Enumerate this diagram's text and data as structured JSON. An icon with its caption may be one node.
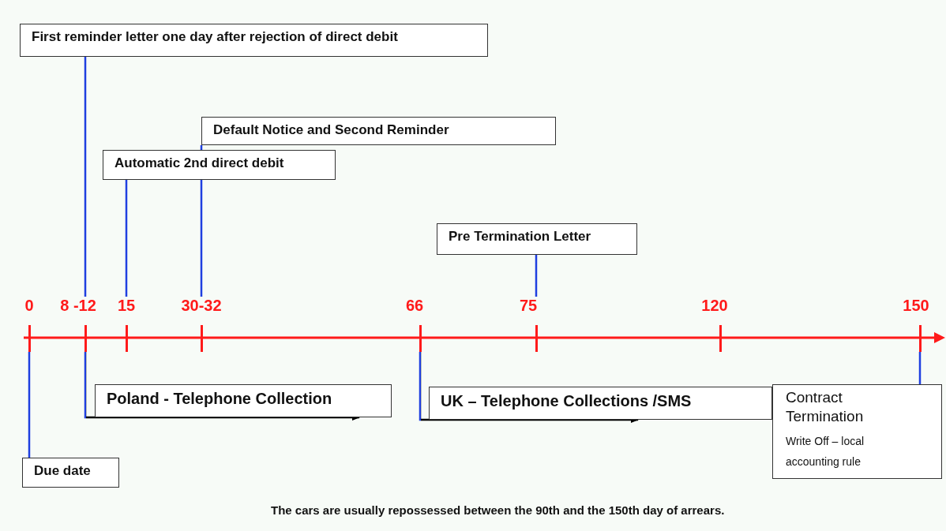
{
  "diagram": {
    "caption": "The cars are usually repossessed between the 90th and the 150th day of arrears.",
    "nodes": [
      {
        "text": [
          "First reminder letter one day after rejection of direct debit"
        ]
      },
      {
        "text": [
          "Default Notice and Second Reminder"
        ]
      },
      {
        "text": [
          "Automatic 2nd direct debit"
        ]
      },
      {
        "text": [
          "Pre Termination Letter"
        ]
      },
      {
        "text": [
          "0"
        ]
      },
      {
        "text": [
          "8 -12"
        ]
      },
      {
        "text": [
          "15"
        ]
      },
      {
        "text": [
          "30-32"
        ]
      },
      {
        "text": [
          "66"
        ]
      },
      {
        "text": [
          "75"
        ]
      },
      {
        "text": [
          "120"
        ]
      },
      {
        "text": [
          "150"
        ]
      },
      {
        "text": [
          "Poland - Telephone Collection"
        ]
      },
      {
        "text": [
          "UK – Telephone Collections /SMS"
        ]
      },
      {
        "text": [
          "Contract Termination",
          "Write Off – local accounting rule"
        ]
      },
      {
        "text": [
          "Due date"
        ]
      }
    ],
    "edges": [
      {
        "from": 0,
        "to": 5,
        "arrow": "none"
      },
      {
        "from": 2,
        "to": 6,
        "arrow": "none"
      },
      {
        "from": 1,
        "to": 7,
        "arrow": "none"
      },
      {
        "from": 3,
        "to": 9,
        "arrow": "none"
      },
      {
        "from": 4,
        "to": 15,
        "arrow": "none"
      },
      {
        "from": 11,
        "to": 14,
        "arrow": "none"
      },
      {
        "from": 5,
        "to": 12,
        "arrow": "to",
        "color": "#000000"
      },
      {
        "from": 8,
        "to": 13,
        "arrow": "to",
        "color": "#000000"
      }
    ]
  }
}
